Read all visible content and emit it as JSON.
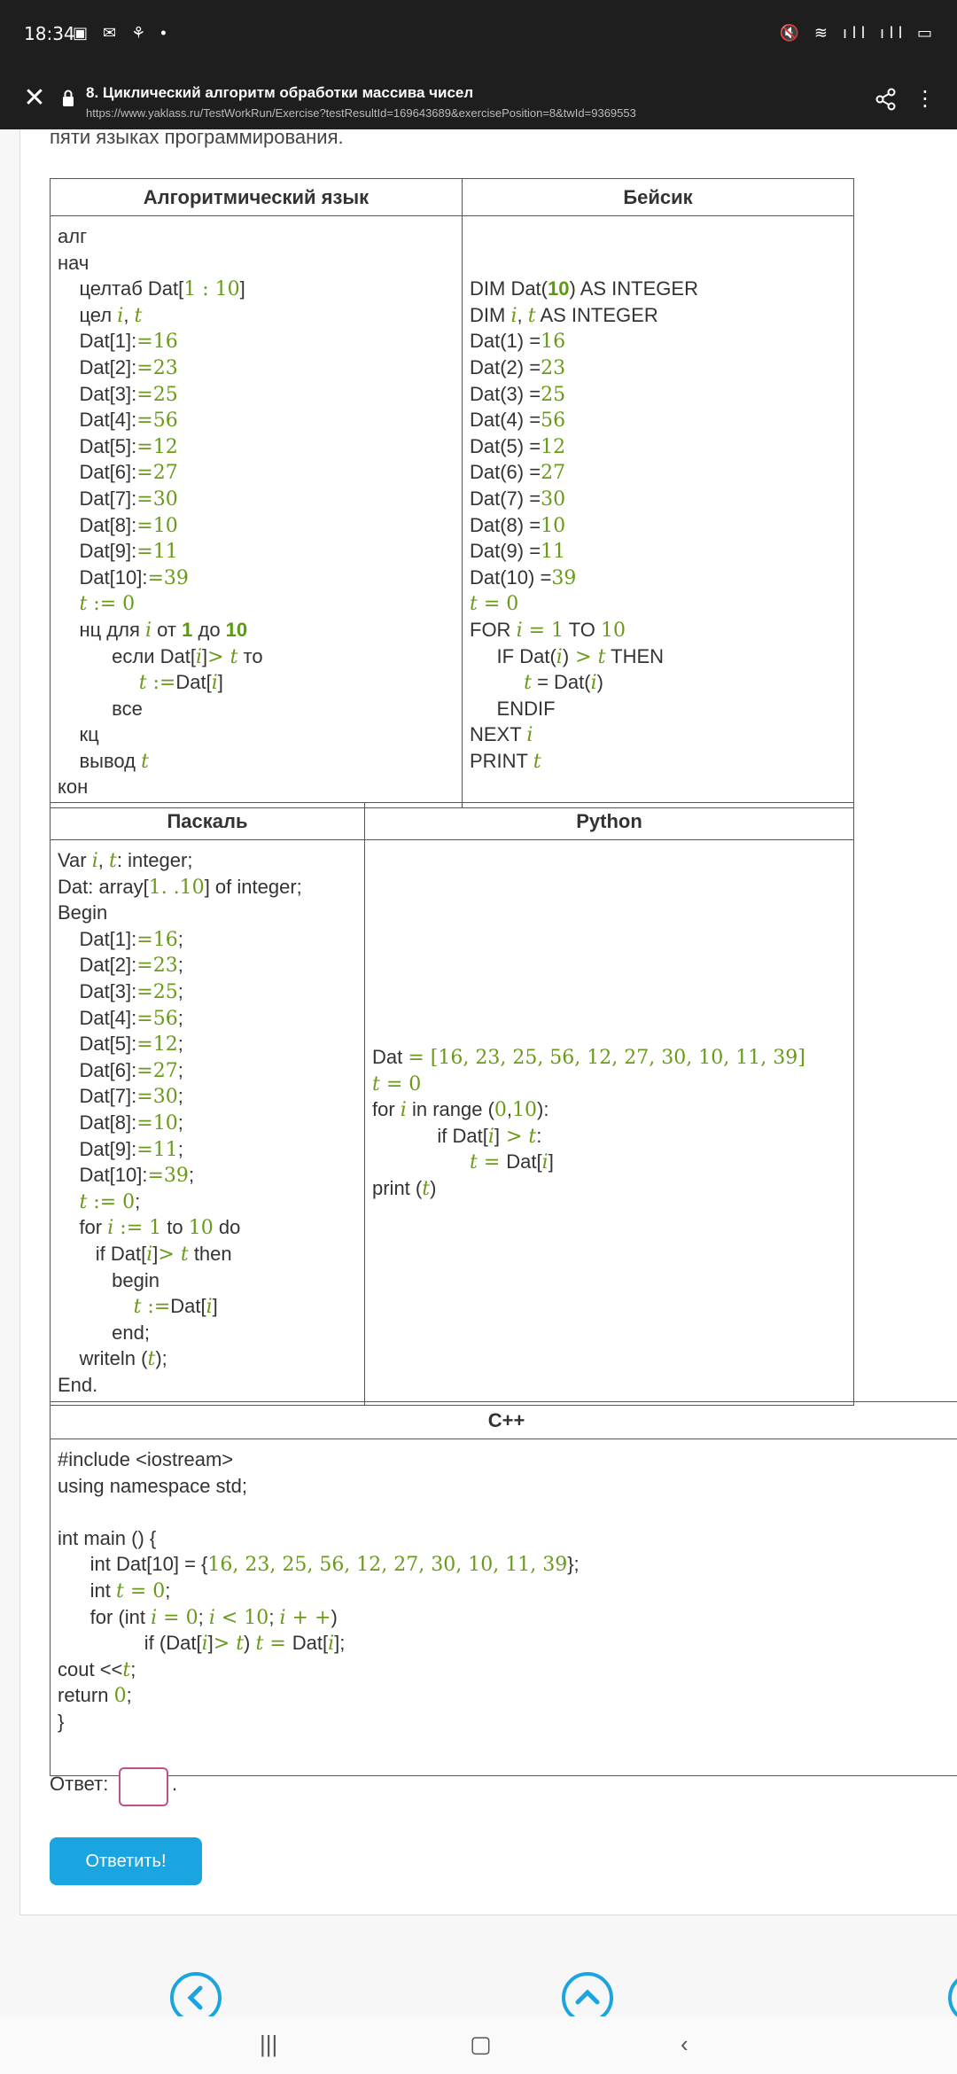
{
  "status": {
    "time": "18:34"
  },
  "browser": {
    "title": "8. Циклический алгоритм обработки массива чисел",
    "url": "https://www.yaklass.ru/TestWorkRun/Exercise?testResultId=169643689&exercisePosition=8&twId=9369553"
  },
  "intro": "пяти языках программирования.",
  "tables": {
    "alg_header": "Алгоритмический язык",
    "basic_header": "Бейсик",
    "pascal_header": "Паскаль",
    "python_header": "Python",
    "cpp_header": "C++"
  },
  "answer": {
    "label": "Ответ:",
    "value": "",
    "dot": "."
  },
  "submit": "Ответить!"
}
